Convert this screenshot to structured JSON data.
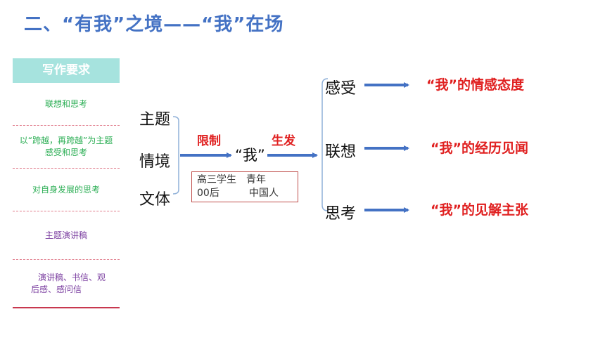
{
  "title": "二、“有我”之境——“我”在场",
  "sidebar": {
    "header": "写作要求",
    "items": [
      {
        "lines": [
          "联想和思考"
        ]
      },
      {
        "lines": [
          "以“跨越，再跨越”为主题",
          "感受和思考"
        ]
      },
      {
        "lines": [
          "对自身发展的思考"
        ]
      },
      {
        "lines": [
          "主题演讲稿"
        ]
      },
      {
        "lines": [
          "演讲稿、书信、观",
          "后感、感问信"
        ]
      }
    ]
  },
  "diagram": {
    "inputs": [
      "主题",
      "情境",
      "文体"
    ],
    "label_limit": "限制",
    "center": "“我”",
    "label_generate": "生发",
    "info_box": {
      "row1": [
        "高三学生",
        "青年"
      ],
      "row2": [
        "00后",
        "中国人"
      ]
    },
    "branches": [
      {
        "node": "感受",
        "result": "“我”的情感态度"
      },
      {
        "node": "联想",
        "result": "“我”的经历见闻"
      },
      {
        "node": "思考",
        "result": "“我”的见解主张"
      }
    ]
  },
  "colors": {
    "title": "#4472C4",
    "sidebar_header_bg": "#A6E3DE",
    "sidebar_green": "#2BAE54",
    "sidebar_purple": "#7B3FA0",
    "arrow": "#4472C4",
    "accent_red": "#E02020"
  }
}
